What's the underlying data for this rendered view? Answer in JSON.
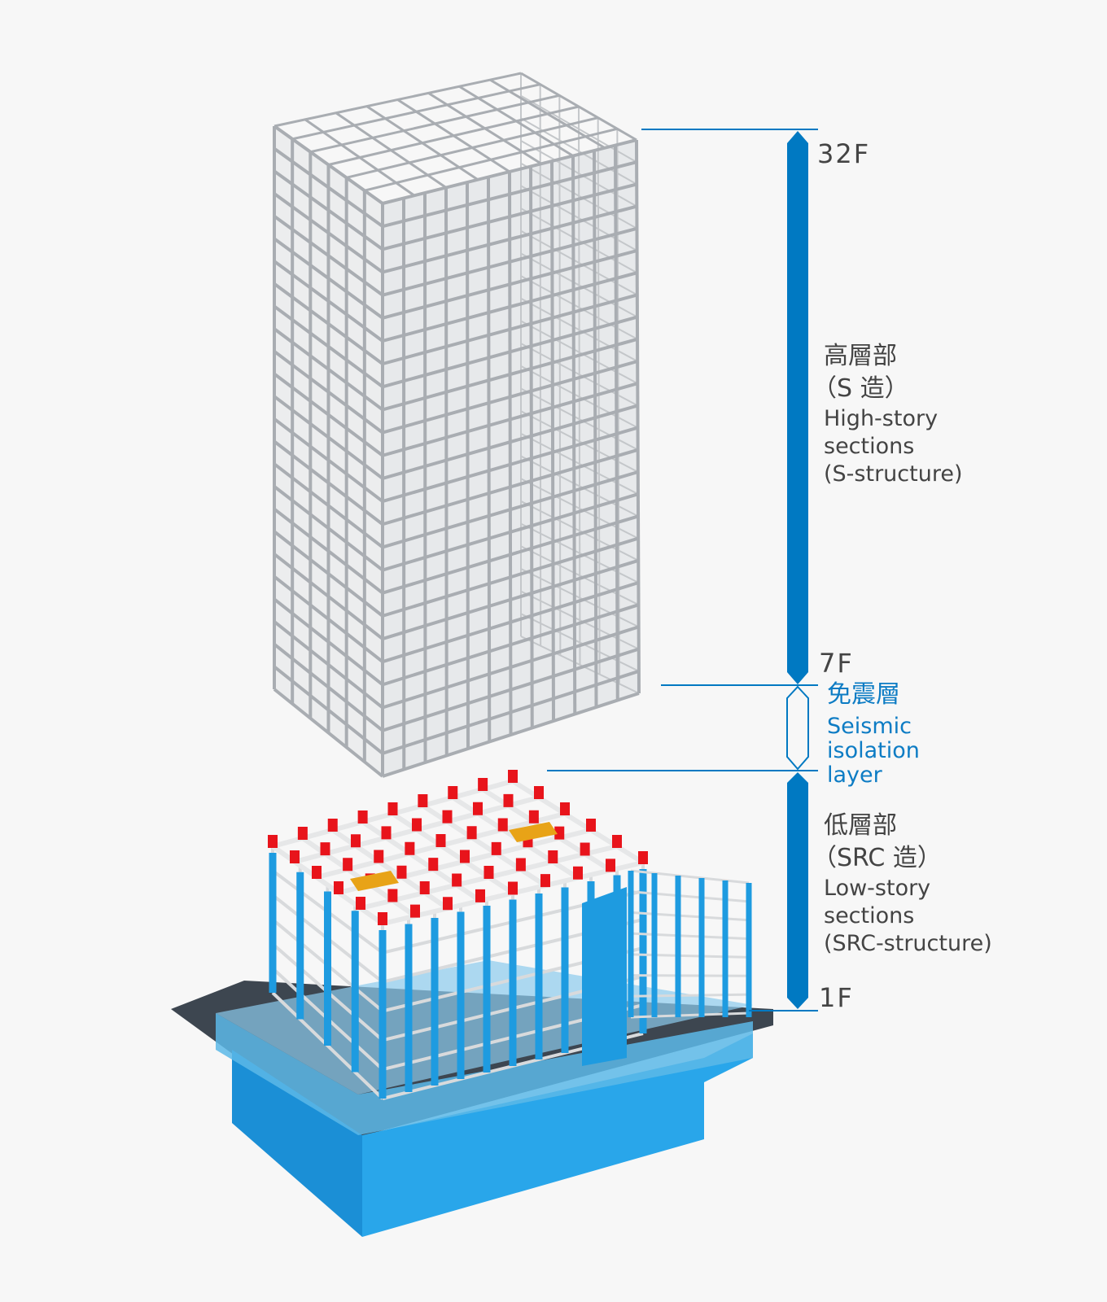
{
  "colors": {
    "accent": "#0079c2",
    "steel": "#a9adb2",
    "concrete": "#1e9be0",
    "base": "#2aa6e6",
    "damper": "#e8141b",
    "beam_accent": "#e8a317"
  },
  "floors": {
    "top": "32F",
    "mid": "7F",
    "bottom": "1F"
  },
  "high_story": {
    "jp_title": "高層部",
    "jp_type": "（S 造）",
    "en_lines": [
      "High-story",
      "sections",
      "(S-structure)"
    ]
  },
  "isolation": {
    "jp_title": "免震層",
    "en_lines": [
      "Seismic",
      "isolation",
      "layer"
    ]
  },
  "low_story": {
    "jp_title": "低層部",
    "jp_type": "（SRC 造）",
    "en_lines": [
      "Low-story",
      "sections",
      "(SRC-structure)"
    ]
  }
}
